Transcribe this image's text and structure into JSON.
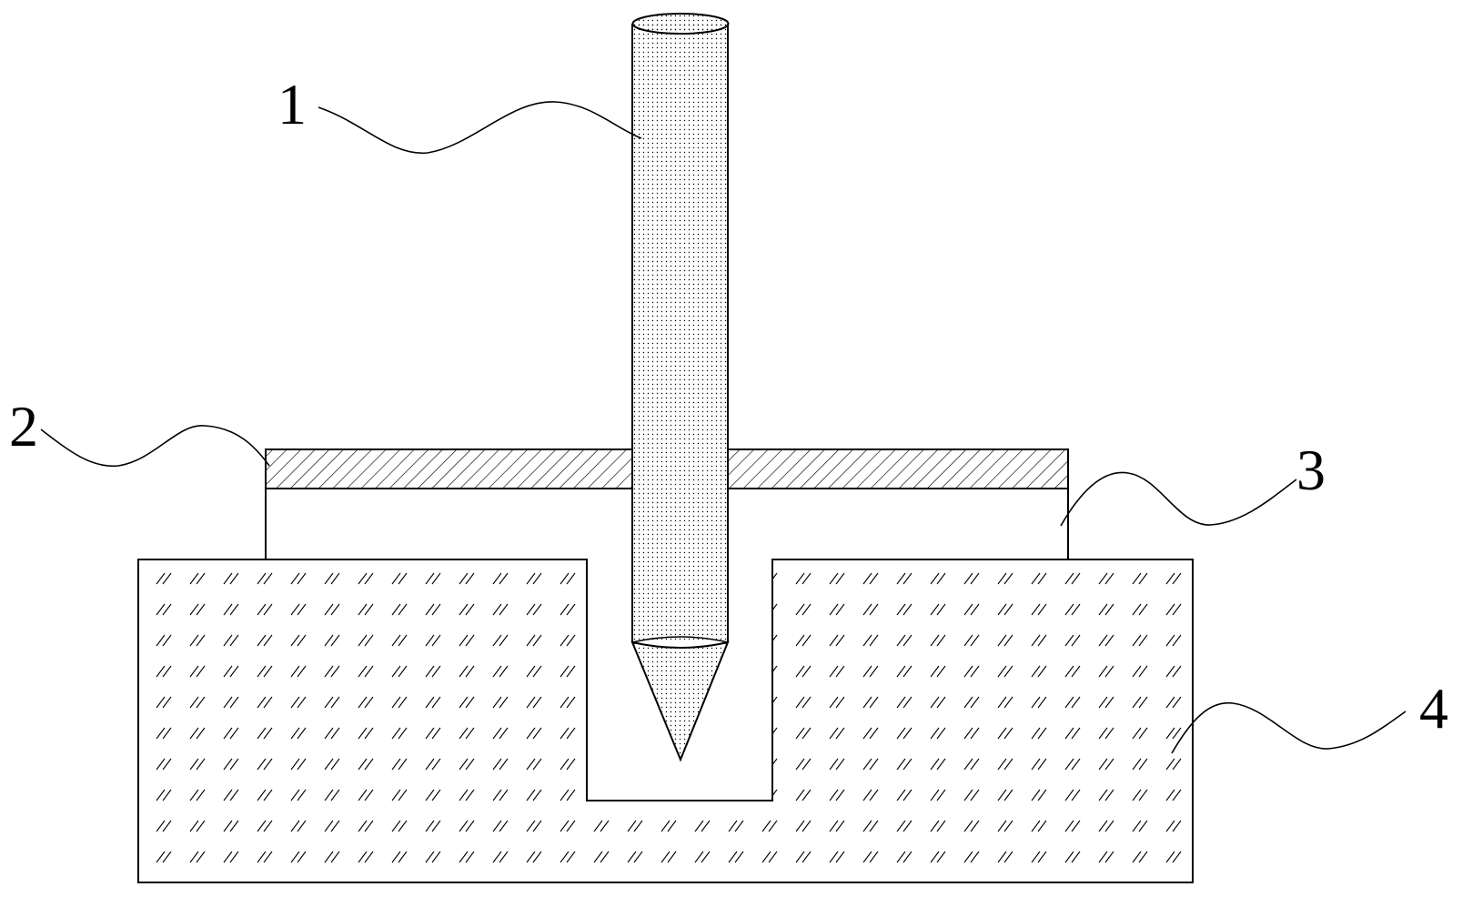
{
  "diagram": {
    "callouts": [
      {
        "id": "1",
        "label": "1",
        "refers_to": "rod"
      },
      {
        "id": "2",
        "label": "2",
        "refers_to": "plate"
      },
      {
        "id": "3",
        "label": "3",
        "refers_to": "support-wall"
      },
      {
        "id": "4",
        "label": "4",
        "refers_to": "base-block"
      }
    ],
    "colors": {
      "line": "#000000",
      "background": "#ffffff"
    }
  }
}
